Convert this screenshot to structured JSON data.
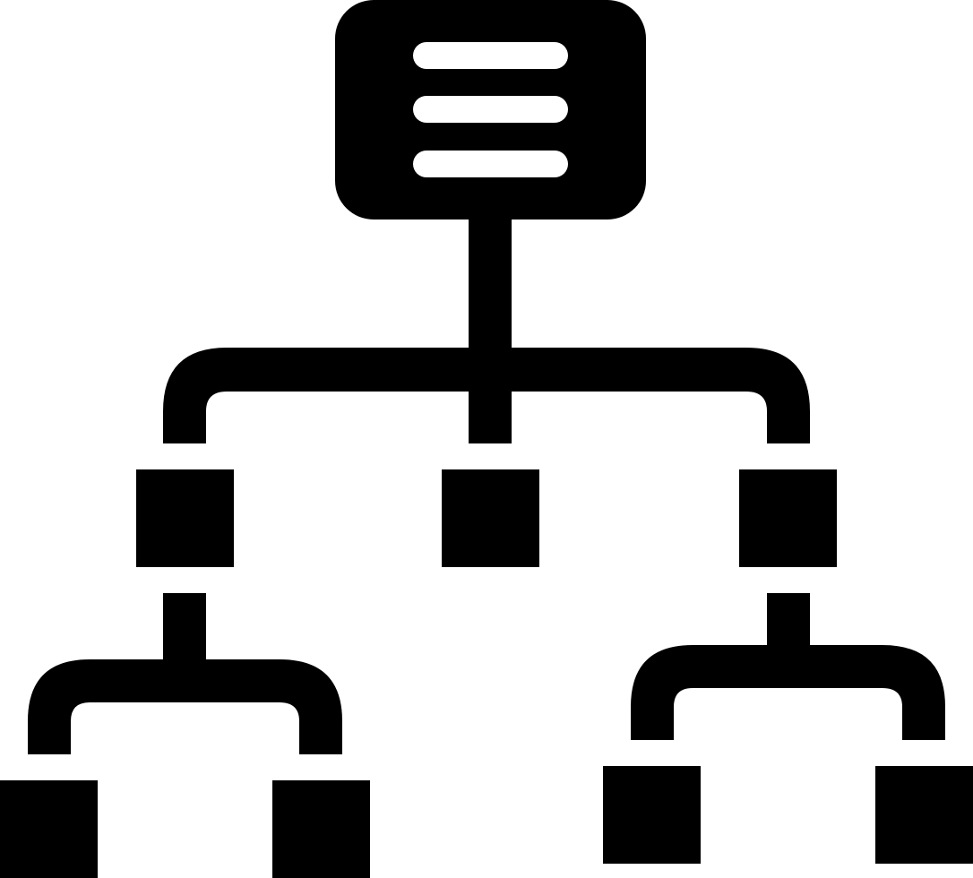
{
  "diagram": {
    "type": "hierarchy-icon",
    "colors": {
      "fill": "#000000",
      "background": "#ffffff"
    },
    "root": {
      "icon": "menu-lines-icon",
      "line_count": 3
    },
    "level1_node_count": 3,
    "level2_groups": [
      {
        "parent_index": 0,
        "child_count": 2
      },
      {
        "parent_index": 2,
        "child_count": 2
      }
    ]
  }
}
